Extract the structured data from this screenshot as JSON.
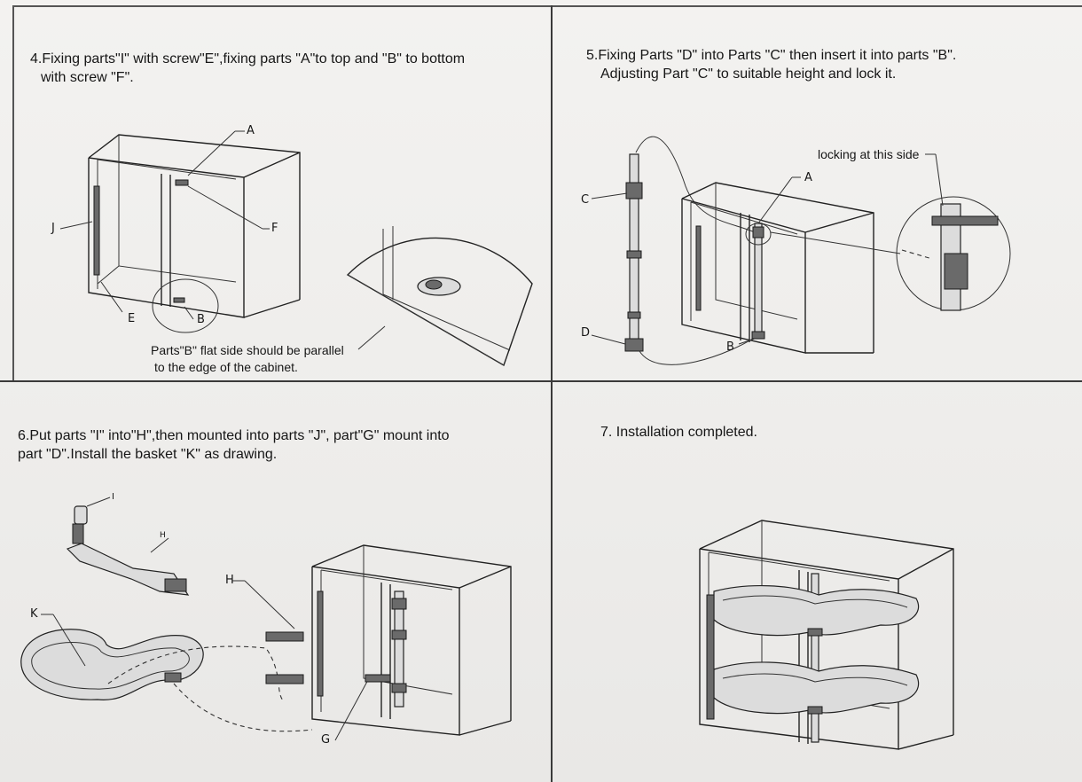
{
  "steps": {
    "step4": {
      "line1": "4.Fixing parts\"I\" with screw\"E\",fixing parts \"A\"to top and \"B\" to bottom",
      "line2": "with screw \"F\".",
      "note_line1": "Parts\"B\" flat side should be parallel",
      "note_line2": "to the edge of the cabinet.",
      "labels": {
        "a": "A",
        "f": "F",
        "j": "J",
        "e": "E",
        "b": "B"
      }
    },
    "step5": {
      "line1": "5.Fixing Parts \"D\" into Parts \"C\" then insert it into parts \"B\".",
      "line2": "Adjusting Part \"C\" to suitable height and lock it.",
      "locking_note": "locking at this side",
      "labels": {
        "c": "C",
        "d": "D",
        "a": "A",
        "b": "B"
      }
    },
    "step6": {
      "line1": "6.Put parts \"I\" into\"H\",then mounted into parts \"J\", part\"G\" mount into",
      "line2": "part \"D\".Install the basket \"K\" as drawing.",
      "labels": {
        "i": "I",
        "h_small": "H",
        "h": "H",
        "k": "K",
        "g": "G"
      }
    },
    "step7": {
      "line1": "7. Installation completed."
    }
  },
  "icons": {
    "cabinet": "cabinet-drawing-icon",
    "zoom_circle": "magnified-detail-icon",
    "pole": "telescopic-pole-icon",
    "arm": "support-arm-icon",
    "basket": "kidney-basket-icon"
  }
}
